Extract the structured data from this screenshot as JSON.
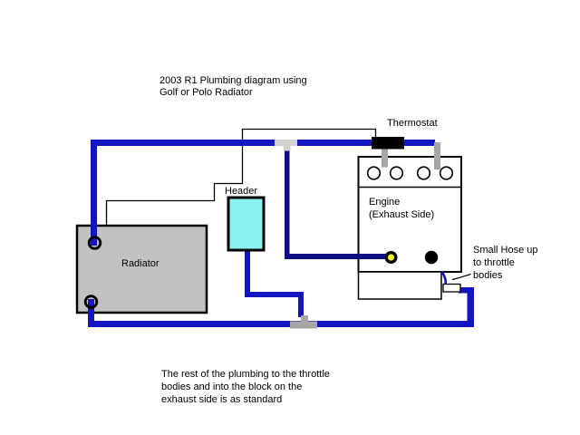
{
  "title": {
    "line1": "2003 R1 Plumbing diagram using",
    "line2": "Golf or Polo Radiator"
  },
  "labels": {
    "thermostat": "Thermostat",
    "header": "Header",
    "engine_line1": "Engine",
    "engine_line2": "(Exhaust Side)",
    "radiator": "Radiator",
    "small_hose_line1": "Small Hose up",
    "small_hose_line2": "to throttle",
    "small_hose_line3": "bodies",
    "note_line1": "The rest of the plumbing to the throttle",
    "note_line2": "bodies and into the block on the",
    "note_line3": "exhaust side is as standard"
  },
  "colors": {
    "hose_blue": "#1414c0",
    "branch_blue": "#0d0d85",
    "fitting_gray_light": "#d2d2d2",
    "fitting_gray_dark": "#a6a6a6",
    "radiator_gray": "#c2c2c2",
    "header_cyan": "#8af1ee",
    "port_yellow": "#f2ee35",
    "thermostat_black": "#000000"
  }
}
